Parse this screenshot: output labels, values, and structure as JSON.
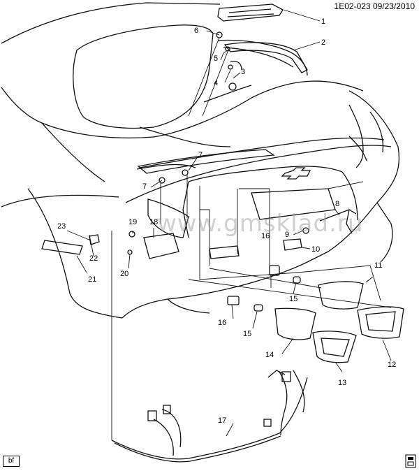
{
  "header": {
    "code": "1E02-023",
    "date": "09/23/2010"
  },
  "watermark": "www.gmsklad.ru",
  "badge": "bf",
  "callouts": [
    {
      "id": "c1",
      "label": "1"
    },
    {
      "id": "c2",
      "label": "2"
    },
    {
      "id": "c3",
      "label": "3"
    },
    {
      "id": "c4",
      "label": "4"
    },
    {
      "id": "c5",
      "label": "5"
    },
    {
      "id": "c6",
      "label": "6"
    },
    {
      "id": "c7a",
      "label": "7"
    },
    {
      "id": "c7b",
      "label": "7"
    },
    {
      "id": "c8",
      "label": "8"
    },
    {
      "id": "c9",
      "label": "9"
    },
    {
      "id": "c10",
      "label": "10"
    },
    {
      "id": "c11",
      "label": "11"
    },
    {
      "id": "c12",
      "label": "12"
    },
    {
      "id": "c13",
      "label": "13"
    },
    {
      "id": "c14",
      "label": "14"
    },
    {
      "id": "c15a",
      "label": "15"
    },
    {
      "id": "c15b",
      "label": "15"
    },
    {
      "id": "c16a",
      "label": "16"
    },
    {
      "id": "c16b",
      "label": "16"
    },
    {
      "id": "c17",
      "label": "17"
    },
    {
      "id": "c18",
      "label": "18"
    },
    {
      "id": "c19",
      "label": "19"
    },
    {
      "id": "c20",
      "label": "20"
    },
    {
      "id": "c21",
      "label": "21"
    },
    {
      "id": "c22",
      "label": "22"
    },
    {
      "id": "c23",
      "label": "23"
    }
  ]
}
